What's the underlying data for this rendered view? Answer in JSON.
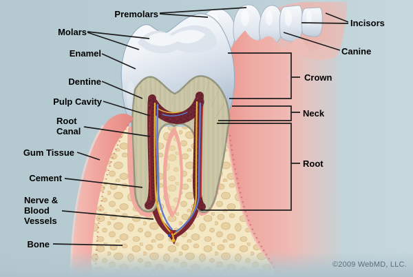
{
  "diagram": {
    "subject": "tooth-anatomy-cross-section",
    "labels": {
      "premolars": "Premolars",
      "molars": "Molars",
      "enamel": "Enamel",
      "dentine": "Dentine",
      "pulp_cavity": "Pulp Cavity",
      "root_canal": [
        "Root",
        "Canal"
      ],
      "gum_tissue": "Gum Tissue",
      "cement": "Cement",
      "nerve_blood_vessels": [
        "Nerve &",
        "Blood",
        "Vessels"
      ],
      "bone": "Bone",
      "incisors": "Incisors",
      "canine": "Canine",
      "crown": "Crown",
      "neck": "Neck",
      "root": "Root"
    },
    "copyright": "©2009 WebMD, LLC.",
    "colors": {
      "background": "#b5cad1",
      "background_right": "#c6d8dd",
      "gum": "#ec9b95",
      "gum_dark": "#d4716c",
      "gum_light": "#f6c3bb",
      "bone": "#f4e7c3",
      "bone_spot": "#e3c894",
      "dentine": "#c9c5a5",
      "cement": "#93947e",
      "pulp": "#6f2532",
      "vessel_blue": "#5f7ace",
      "vessel_yellow": "#e7b52f",
      "vessel_red": "#c03028",
      "enamel": "#eef2f7",
      "label_text": "#000000",
      "leader_line": "#1d1d1d",
      "copyright_text": "#5a6f79"
    }
  }
}
